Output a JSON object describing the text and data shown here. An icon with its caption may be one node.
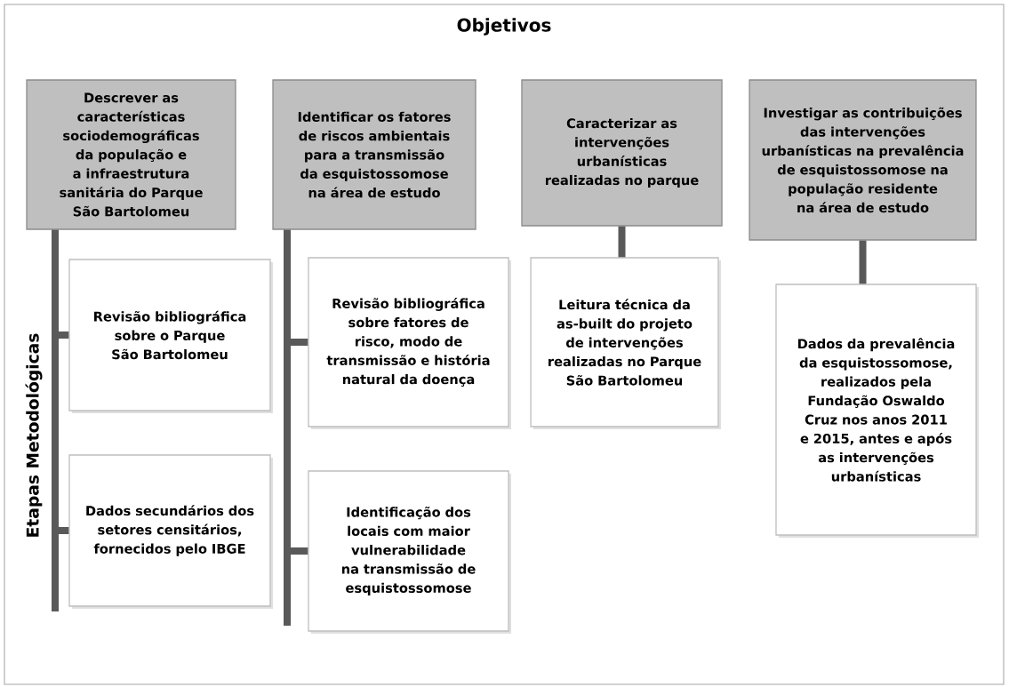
{
  "diagram": {
    "title": "Objetivos",
    "nodes": [
      {
        "text": [
          "Descrever as características sociodemográficas da população e a infraestrutura sanitária do Parque São Bartolomeu"
        ]
      },
      {
        "text": [
          "Identificar os fatores de riscos ambientais para a transmissão da esquistossomose na área de estudo"
        ]
      },
      {
        "text": [
          "Caracterizar as intervenções urbanísticas realizadas no parque"
        ]
      },
      {
        "text": [
          "Investigar as contribuições das intervenções urbanísticas na prevalência de esquistossomose na população residente na área de estudo"
        ]
      },
      {
        "text": [
          "Revisão bibliográfica sobre o Parque São Bartolomeu"
        ]
      },
      {
        "text": [
          "Dados secundários dos setores censitários, fornecidos pelo IBGE"
        ]
      },
      {
        "text": [
          "Revisão bibliográfica sobre fatores de risco, modo de transmissão e história natural da doença"
        ]
      },
      {
        "text": [
          "Identificação dos locais com maior vulnerabilidade na transmissão de esquistossomose"
        ]
      },
      {
        "text": [
          "Leitura técnica da as-built do projeto de intervenções realizadas no Parque São Bartolomeu"
        ]
      },
      {
        "text": [
          "Dados da prevalência da esquistossomose, realizados pela Fundação Oswaldo Cruz nos anos 2011 e 2015, antes e após as intervenções urbanísticas"
        ]
      }
    ],
    "edges": [
      {
        "from": 0,
        "to": 4,
        "arrow": "none"
      },
      {
        "from": 0,
        "to": 5,
        "arrow": "none"
      },
      {
        "from": 1,
        "to": 6,
        "arrow": "none"
      },
      {
        "from": 1,
        "to": 7,
        "arrow": "none"
      },
      {
        "from": 2,
        "to": 8,
        "arrow": "none"
      },
      {
        "from": 3,
        "to": 9,
        "arrow": "none"
      }
    ],
    "labels": [
      "Etapas Metodológicas"
    ]
  }
}
